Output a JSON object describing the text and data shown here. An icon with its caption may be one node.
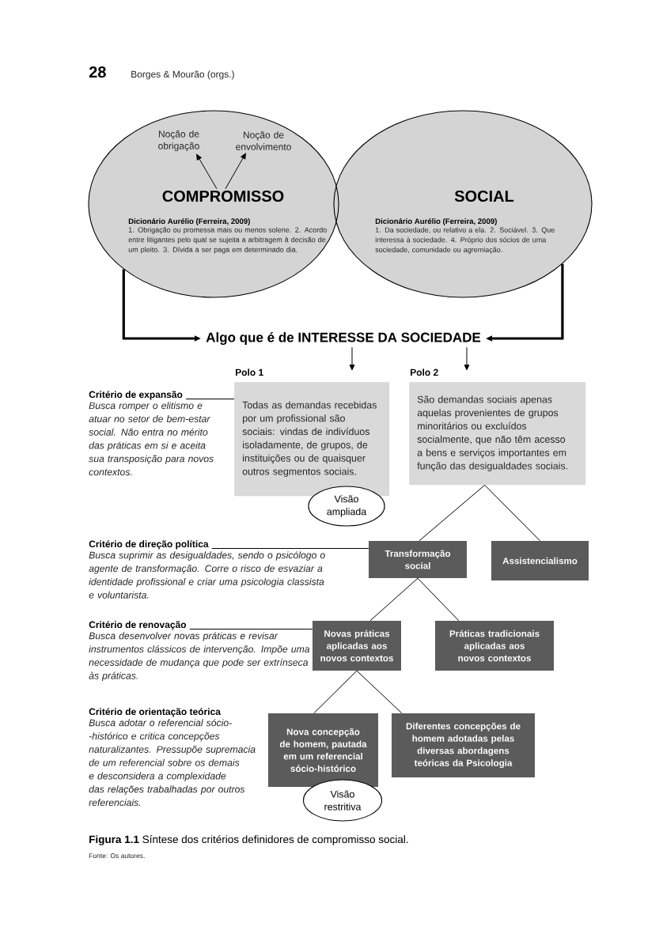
{
  "diagram": {
    "caption": "**Figura 1.1** Síntese dos critérios definidores de compromisso social.",
    "nodes": [
      {
        "text": [
          "Dicionário Aurélio (Ferreira, 2009)",
          "1. Obrigação ou promessa mais ou menos solene. 2. Acordo entre litigantes pelo qual se sujeita a arbitragem à decisão de um pleito. 3. Dívida a ser paga em determinado dia."
        ]
      },
      {
        "text": [
          "Noção de obrigação"
        ],
        "in": 0
      },
      {
        "text": [
          "Noção de envolvimento"
        ],
        "in": 0
      },
      {
        "text": [
          "SOCIAL",
          "Dicionário Aurélio (Ferreira, 2009)",
          "1. Da sociedade, ou relativo a ela. 2. Sociável. 3. Que interessa à sociedade. 4. Próprio dos sócios de uma sociedade, comunidade ou agremiação."
        ]
      },
      {
        "text": [
          "Algo que é de INTERESSE DA SOCIEDADE"
        ]
      },
      {
        "text": [
          "Polo 1",
          "Todas as demandas recebidas por um profissional são sociais: vindas de indivíduos isoladamente, de grupos, de instituições ou de quaisquer outros segmentos sociais."
        ]
      },
      {
        "text": [
          "Polo 2",
          "São demandas sociais apenas aquelas provenientes de grupos minoritários ou excluídos socialmente, que não têm acesso a bens e serviços importantes em função das desigualdades sociais."
        ]
      },
      {
        "text": [
          "Visão ampliada"
        ]
      },
      {
        "text": [
          "Transformação social"
        ]
      },
      {
        "text": [
          "Assistencialismo"
        ]
      },
      {
        "text": [
          "Novas práticas aplicadas aos novos contextos"
        ]
      },
      {
        "text": [
          "Práticas tradicionais aplicadas aos novos contextos"
        ]
      },
      {
        "text": [
          "Nova concepção de homem, pautada em um referencial sócio-histórico"
        ]
      },
      {
        "text": [
          "Diferentes concepções de homem adotadas pelas diversas abordagens teóricas da Psicologia"
        ]
      },
      {
        "text": [
          "Visão restritiva"
        ]
      },
      {
        "text": [
          "Critério de expansão",
          "Busca romper o elitismo e atuar no setor de bem-estar social. Não entra no mérito das práticas em si e aceita sua transposição para novos contextos."
        ]
      },
      {
        "text": [
          "Critério de direção política",
          "Busca suprimir as desigualdades, sendo o psicólogo o agente de transformação. Corre o risco de esvaziar a identidade profissional e criar uma psicologia classista e voluntarista."
        ]
      },
      {
        "text": [
          "Critério de renovação",
          "Busca desenvolver novas práticas e revisar instrumentos clássicos de intervenção. Impõe uma necessidade de mudança que pode ser extrínseca às práticas."
        ]
      },
      {
        "text": [
          "COMPROMISSO"
        ],
        "in": 0
      }
    ],
    "edges": [
      {
        "from": 18,
        "to": 1,
        "arrow": "to"
      },
      {
        "from": 18,
        "to": 2,
        "arrow": "to"
      },
      {
        "from": 0,
        "to": 4,
        "arrow": "to",
        "style": "thick"
      },
      {
        "from": 3,
        "to": 4,
        "arrow": "to",
        "style": "thick"
      },
      {
        "from": 4,
        "to": 5,
        "arrow": "to"
      },
      {
        "from": 4,
        "to": 6,
        "arrow": "to"
      },
      {
        "from": 6,
        "to": 8,
        "arrow": "none"
      },
      {
        "from": 6,
        "to": 9,
        "arrow": "none"
      },
      {
        "from": 8,
        "to": 10,
        "arrow": "none"
      },
      {
        "from": 8,
        "to": 11,
        "arrow": "none"
      },
      {
        "from": 10,
        "to": 12,
        "arrow": "none"
      },
      {
        "from": 10,
        "to": 13,
        "arrow": "none"
      },
      {
        "from": 15,
        "to": 5,
        "arrow": "none"
      },
      {
        "from": 16,
        "to": 8,
        "arrow": "none"
      },
      {
        "from": 17,
        "to": 10,
        "arrow": "none"
      }
    ],
    "labels": [
      "28",
      "Borges & Mourão (orgs.)",
      "Critério de orientação teórica",
      "Busca adotar o referencial sócio- -histórico e critica concepções naturalizantes. Pressupõe supremacia de um referencial sobre os demais e desconsidera a complexidade das relações trabalhadas por outros referenciais.",
      "Fonte: Os autores."
    ]
  }
}
